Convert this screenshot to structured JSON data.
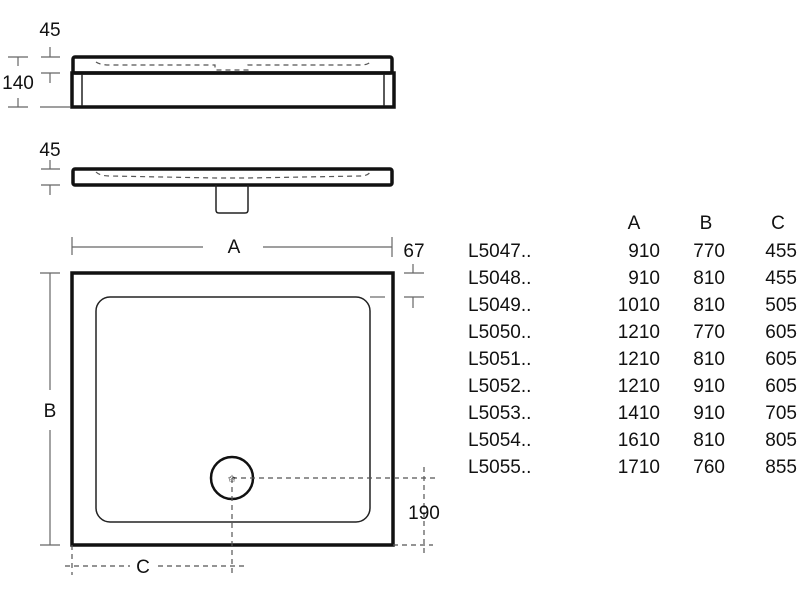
{
  "side_view_1": {
    "height_rim": "45",
    "height_total": "140"
  },
  "side_view_2": {
    "height_rim": "45"
  },
  "plan_view": {
    "dim_a": "A",
    "dim_b": "B",
    "dim_c": "C",
    "dim_rim": "67",
    "dim_waste": "190"
  },
  "table": {
    "headers": [
      "A",
      "B",
      "C"
    ],
    "rows": [
      {
        "code": "L5047..",
        "a": "910",
        "b": "770",
        "c": "455"
      },
      {
        "code": "L5048..",
        "a": "910",
        "b": "810",
        "c": "455"
      },
      {
        "code": "L5049..",
        "a": "1010",
        "b": "810",
        "c": "505"
      },
      {
        "code": "L5050..",
        "a": "1210",
        "b": "770",
        "c": "605"
      },
      {
        "code": "L5051..",
        "a": "1210",
        "b": "810",
        "c": "605"
      },
      {
        "code": "L5052..",
        "a": "1210",
        "b": "910",
        "c": "605"
      },
      {
        "code": "L5053..",
        "a": "1410",
        "b": "910",
        "c": "705"
      },
      {
        "code": "L5054..",
        "a": "1610",
        "b": "810",
        "c": "805"
      },
      {
        "code": "L5055..",
        "a": "1710",
        "b": "760",
        "c": "855"
      }
    ]
  }
}
